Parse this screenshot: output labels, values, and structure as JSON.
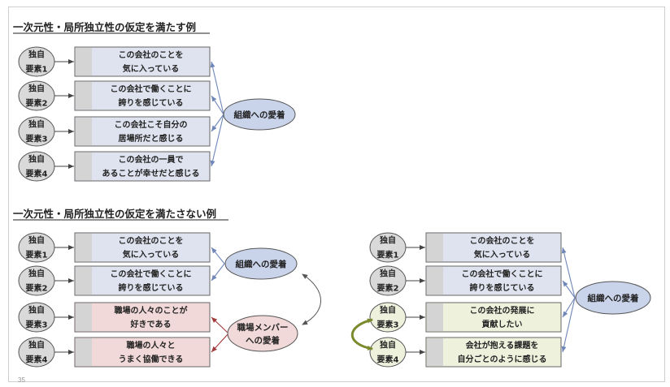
{
  "headings": {
    "satisfy": "一次元性・局所独立性の仮定を満たす例",
    "not_satisfy": "一次元性・局所独立性の仮定を満たさない例"
  },
  "unique_labels": [
    [
      "独自",
      "要素1"
    ],
    [
      "独自",
      "要素2"
    ],
    [
      "独自",
      "要素3"
    ],
    [
      "独自",
      "要素4"
    ]
  ],
  "diagram1": {
    "items": [
      [
        "この会社のことを",
        "気に入っている"
      ],
      [
        "この会社で働くことに",
        "誇りを感じている"
      ],
      [
        "この会社こそ自分の",
        "居場所だと感じる"
      ],
      [
        "この会社の一員で",
        "あることが幸せだと感じる"
      ]
    ],
    "factor": "組織への愛着"
  },
  "diagram2": {
    "items": [
      [
        "この会社のことを",
        "気に入っている"
      ],
      [
        "この会社で働くことに",
        "誇りを感じている"
      ],
      [
        "職場の人々のことが",
        "好きである"
      ],
      [
        "職場の人々と",
        "うまく協働できる"
      ]
    ],
    "factor1": "組織への愛着",
    "factor2": [
      "職場メンバー",
      "への愛着"
    ]
  },
  "diagram3": {
    "items": [
      [
        "この会社のことを",
        "気に入っている"
      ],
      [
        "この会社で働くことに",
        "誇りを感じている"
      ],
      [
        "この会社の発展に",
        "貢献したい"
      ],
      [
        "会社が抱える課題を",
        "自分ごとのように感じる"
      ]
    ],
    "factor": "組織への愛着"
  },
  "colors": {
    "item_fill": "#dfe3ef",
    "item_shade": "#d4d4d4",
    "factor_fill": "#c9d3ea",
    "factor_text": "#2f4f8f",
    "red_fill": "#f2d9d9",
    "red_factor_text": "#b32d2d",
    "green_fill": "#eef2dd",
    "green_arrow": "#7c8a2e",
    "blue_arrow": "#6f86b8",
    "red_arrow": "#a23a3a"
  },
  "page_number": "35"
}
